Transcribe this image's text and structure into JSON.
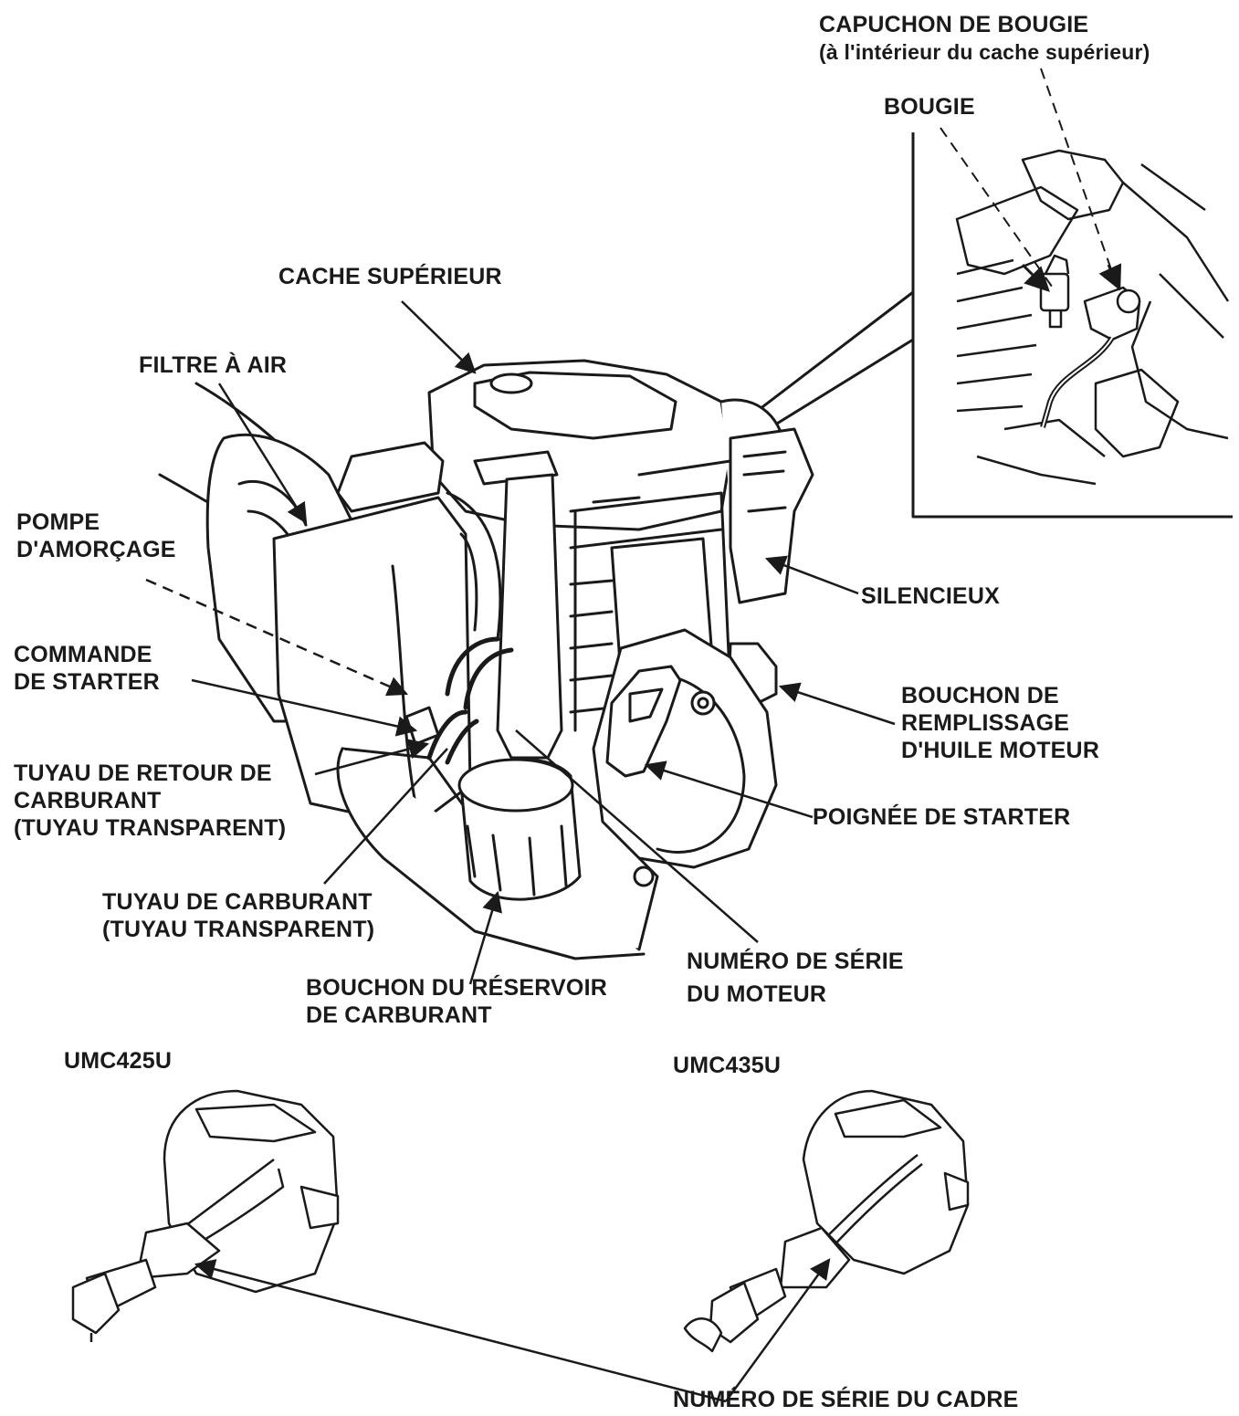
{
  "labels": {
    "spark_plug_cap": {
      "line1": "CAPUCHON DE BOUGIE",
      "line2": "(à l'intérieur du cache supérieur)"
    },
    "spark_plug": "BOUGIE",
    "top_cover": "CACHE SUPÉRIEUR",
    "air_filter": "FILTRE À AIR",
    "primer_pump": {
      "line1": "POMPE",
      "line2": "D'AMORÇAGE"
    },
    "choke_lever": {
      "line1": "COMMANDE",
      "line2": "DE STARTER"
    },
    "fuel_return_tube": {
      "line1": "TUYAU DE RETOUR DE",
      "line2": "CARBURANT",
      "line3": "(TUYAU TRANSPARENT)"
    },
    "fuel_tube": {
      "line1": "TUYAU DE CARBURANT",
      "line2": "(TUYAU TRANSPARENT)"
    },
    "fuel_tank_cap": {
      "line1": "BOUCHON DU RÉSERVOIR",
      "line2": "DE CARBURANT"
    },
    "engine_serial": {
      "line1": "NUMÉRO DE SÉRIE",
      "line2": "DU MOTEUR"
    },
    "muffler": "SILENCIEUX",
    "oil_filler_cap": {
      "line1": "BOUCHON DE",
      "line2": "REMPLISSAGE",
      "line3": "D'HUILE MOTEUR"
    },
    "starter_grip": "POIGNÉE DE STARTER",
    "frame_serial": "NUMÉRO DE SÉRIE DU CADRE"
  },
  "models": {
    "left": "UMC425U",
    "right": "UMC435U"
  },
  "colors": {
    "ink": "#1a1a1a",
    "paper": "#ffffff",
    "shade": "#d9d9d9"
  }
}
